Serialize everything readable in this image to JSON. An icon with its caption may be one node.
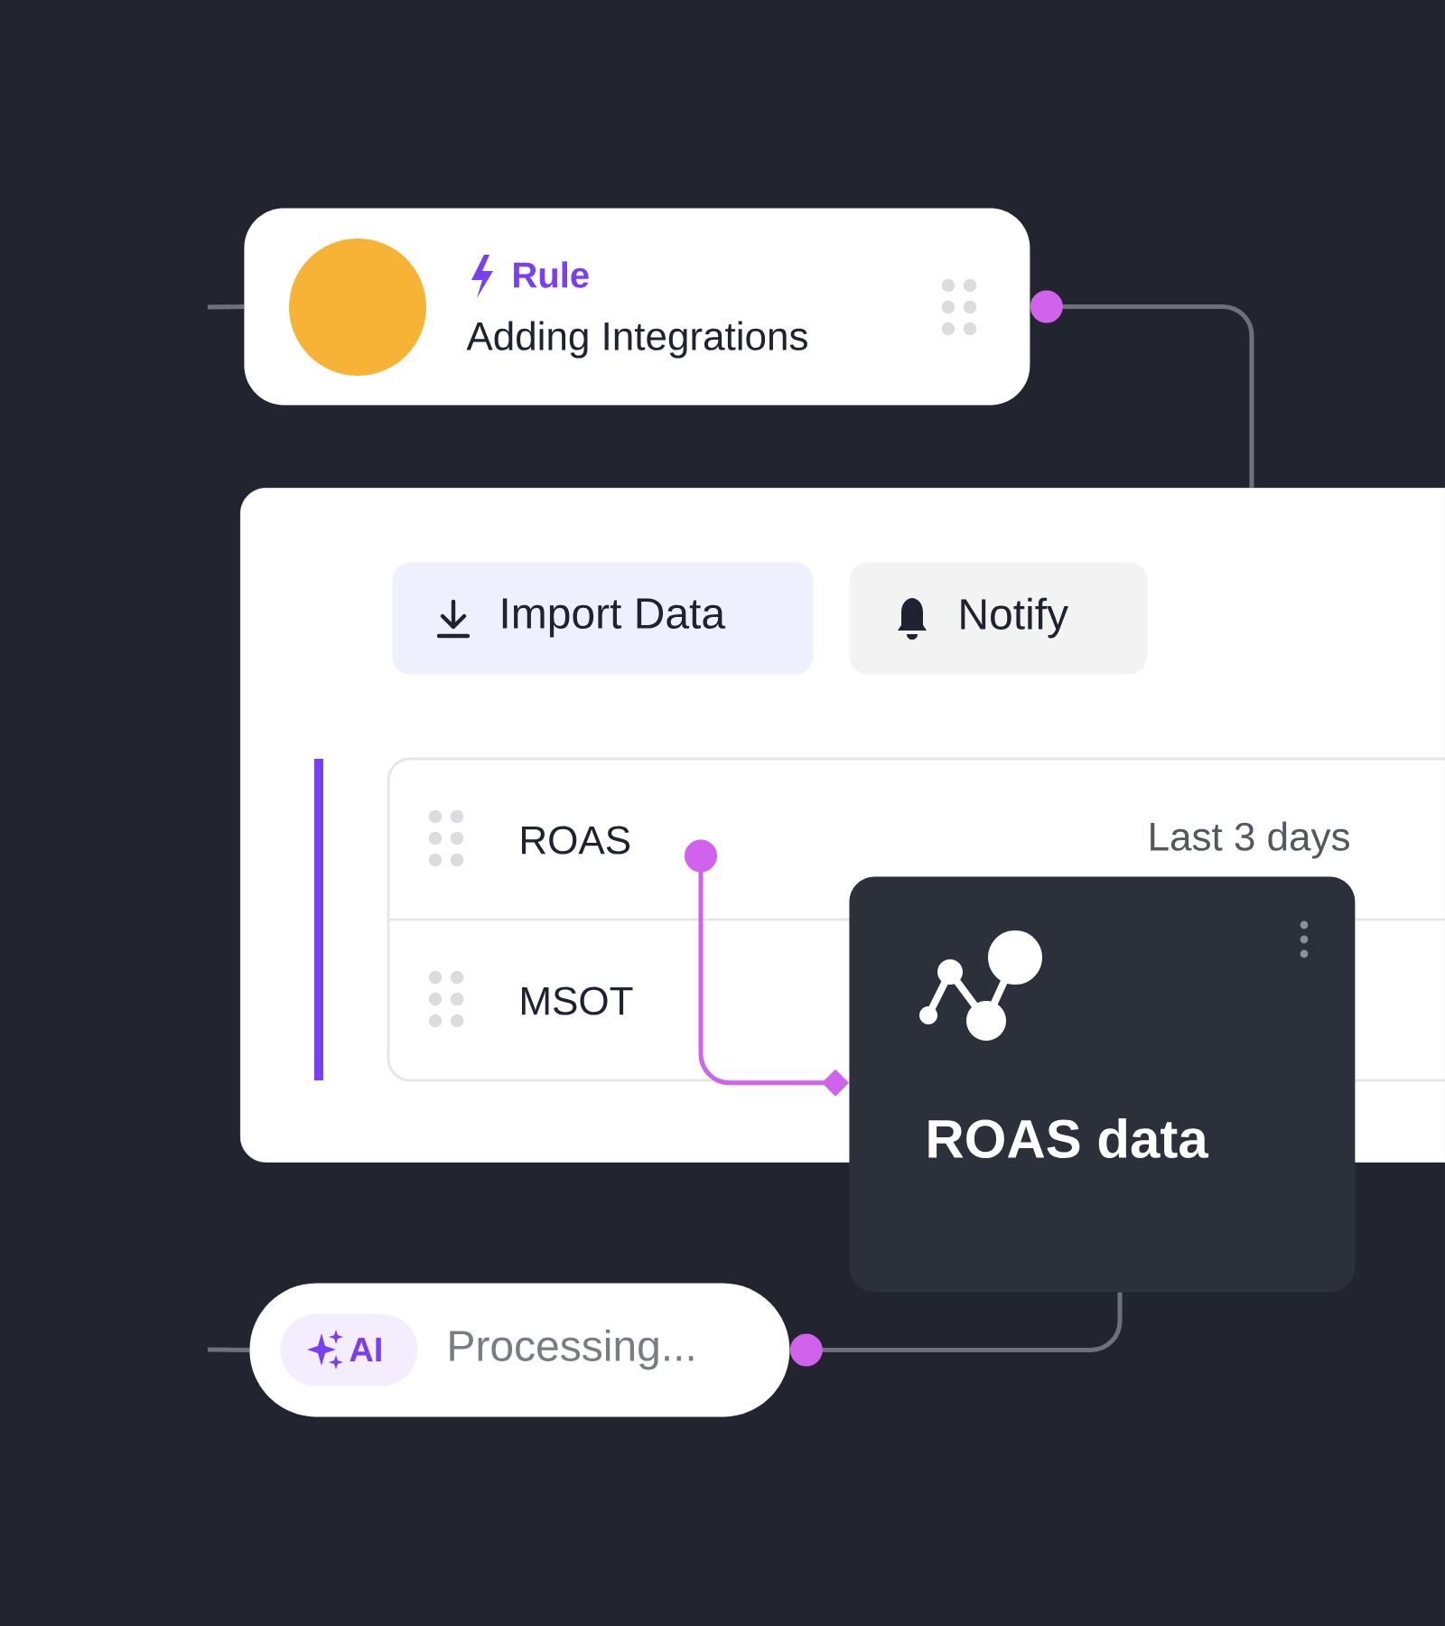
{
  "diagram": {
    "nodes": [
      {
        "text": [
          "Rule",
          "Adding Integrations"
        ]
      },
      {
        "text": [],
        "shape": "box"
      },
      {
        "text": [
          "Import Data"
        ],
        "in": 1
      },
      {
        "text": [
          "Notify"
        ],
        "in": 1
      },
      {
        "text": [
          "ROAS",
          "Last 3 days"
        ],
        "in": 1
      },
      {
        "text": [
          "MSOT"
        ],
        "in": 1
      },
      {
        "text": [
          "ROAS data"
        ]
      },
      {
        "text": [
          "Processing..."
        ]
      },
      {
        "text": [
          "AI"
        ],
        "in": 7
      }
    ],
    "edges": [
      {
        "from": null,
        "to": 0,
        "arrow": "none"
      },
      {
        "from": 0,
        "to": 1,
        "arrow": "other"
      },
      {
        "from": 4,
        "to": 6,
        "arrow": "other",
        "color": "#d062ec"
      },
      {
        "from": 7,
        "to": 6,
        "arrow": "other"
      },
      {
        "from": null,
        "to": 7,
        "arrow": "none"
      }
    ]
  }
}
